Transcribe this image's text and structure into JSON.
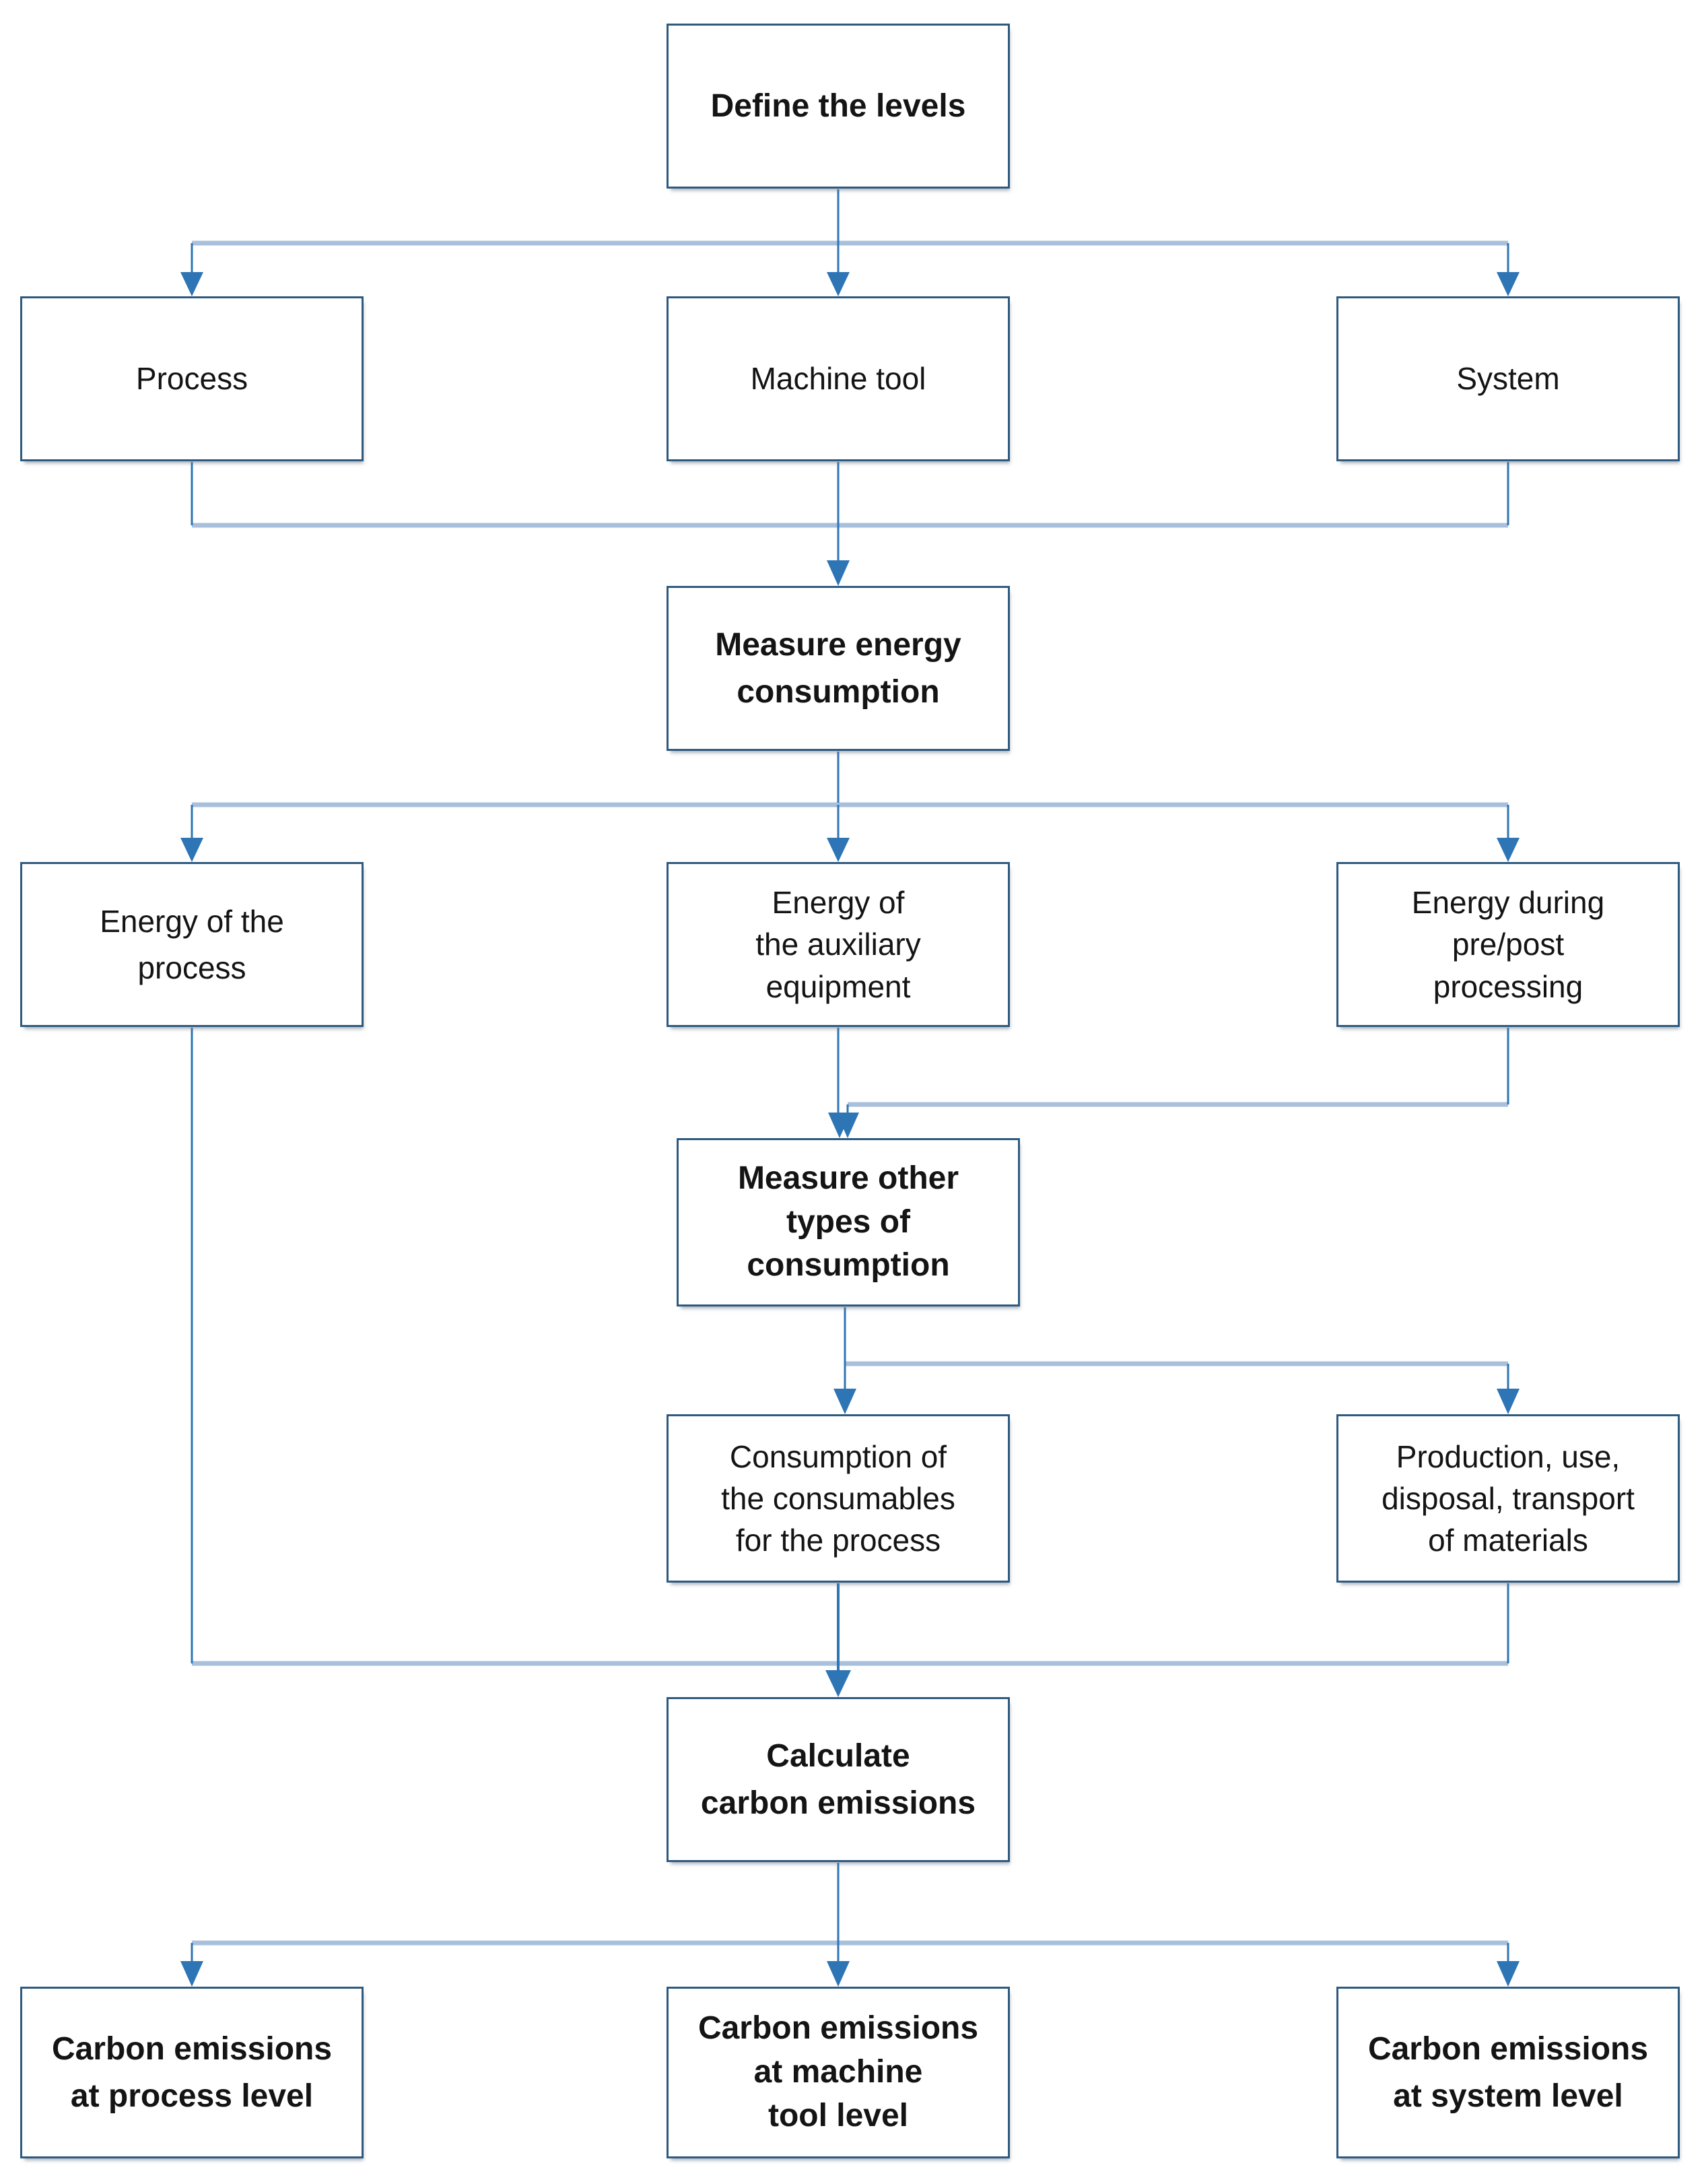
{
  "diagram": {
    "type": "flowchart",
    "colors": {
      "box_border": "#2e5a80",
      "connector_blue": "#2e75b6",
      "junction_line_blue": "#a9c0dd",
      "text": "#141414",
      "background": "#ffffff"
    },
    "nodes": [
      {
        "id": "define-levels",
        "label": "Define the levels",
        "bold": true
      },
      {
        "id": "process",
        "label": "Process",
        "bold": false
      },
      {
        "id": "machine-tool",
        "label": "Machine tool",
        "bold": false
      },
      {
        "id": "system",
        "label": "System",
        "bold": false
      },
      {
        "id": "measure-energy",
        "label": "Measure energy\nconsumption",
        "bold": true
      },
      {
        "id": "energy-process",
        "label": "Energy of the\nprocess",
        "bold": false
      },
      {
        "id": "energy-auxiliary",
        "label": "Energy of\nthe auxiliary\nequipment",
        "bold": false
      },
      {
        "id": "energy-prepost",
        "label": "Energy during\npre/post\nprocessing",
        "bold": false
      },
      {
        "id": "measure-other",
        "label": "Measure other\ntypes of\nconsumption",
        "bold": true
      },
      {
        "id": "consumables",
        "label": "Consumption of\nthe consumables\nfor the process",
        "bold": false
      },
      {
        "id": "production",
        "label": "Production, use,\ndisposal, transport\nof materials",
        "bold": false
      },
      {
        "id": "calculate",
        "label": "Calculate\ncarbon emissions",
        "bold": true
      },
      {
        "id": "ce-process",
        "label": "Carbon emissions\nat process level",
        "bold": true
      },
      {
        "id": "ce-machine",
        "label": "Carbon emissions\nat machine\ntool level",
        "bold": true
      },
      {
        "id": "ce-system",
        "label": "Carbon emissions\nat system level",
        "bold": true
      }
    ],
    "edges": [
      {
        "from": "define-levels",
        "to": "process"
      },
      {
        "from": "define-levels",
        "to": "machine-tool"
      },
      {
        "from": "define-levels",
        "to": "system"
      },
      {
        "from": "process",
        "to": "measure-energy"
      },
      {
        "from": "machine-tool",
        "to": "measure-energy"
      },
      {
        "from": "system",
        "to": "measure-energy"
      },
      {
        "from": "measure-energy",
        "to": "energy-process"
      },
      {
        "from": "measure-energy",
        "to": "energy-auxiliary"
      },
      {
        "from": "measure-energy",
        "to": "energy-prepost"
      },
      {
        "from": "energy-auxiliary",
        "to": "measure-other"
      },
      {
        "from": "energy-prepost",
        "to": "measure-other"
      },
      {
        "from": "measure-other",
        "to": "consumables"
      },
      {
        "from": "measure-other",
        "to": "production"
      },
      {
        "from": "energy-process",
        "to": "calculate"
      },
      {
        "from": "consumables",
        "to": "calculate"
      },
      {
        "from": "production",
        "to": "calculate"
      },
      {
        "from": "calculate",
        "to": "ce-process"
      },
      {
        "from": "calculate",
        "to": "ce-machine"
      },
      {
        "from": "calculate",
        "to": "ce-system"
      }
    ]
  }
}
